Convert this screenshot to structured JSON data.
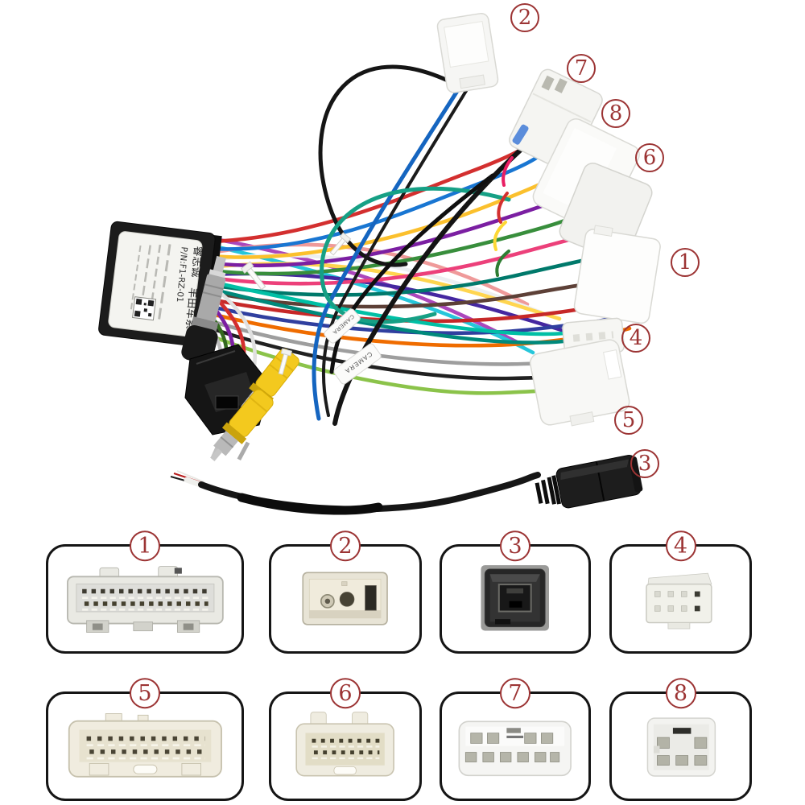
{
  "colors": {
    "callout_red": "#9c3434",
    "cell_border": "#151515"
  },
  "harness": {
    "callouts": [
      "2",
      "7",
      "8",
      "6",
      "1",
      "4",
      "5",
      "3"
    ],
    "module_label": {
      "brand": "睿志诚",
      "series": "丰田车系",
      "part_number": "P/N:F1-RZ-01"
    },
    "cable_tags": [
      "CAMERA",
      "CAMERA"
    ]
  },
  "grid": {
    "cells": [
      {
        "number": "1"
      },
      {
        "number": "2"
      },
      {
        "number": "3"
      },
      {
        "number": "4"
      },
      {
        "number": "5"
      },
      {
        "number": "6"
      },
      {
        "number": "7"
      },
      {
        "number": "8"
      }
    ]
  }
}
